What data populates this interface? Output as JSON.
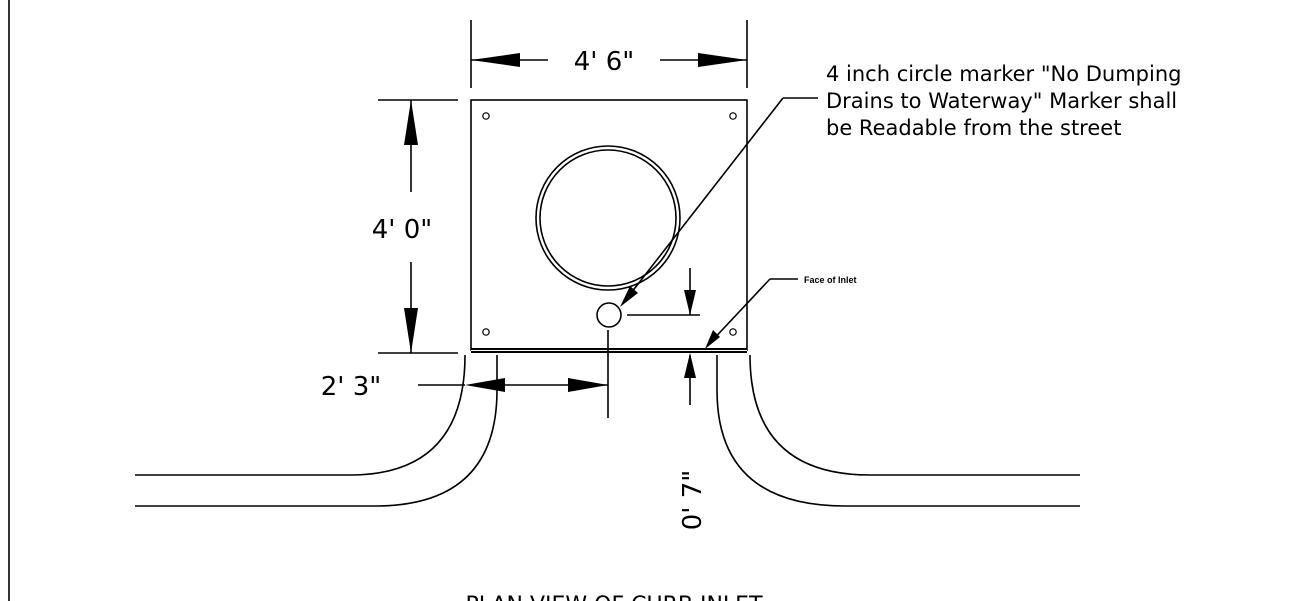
{
  "drawing": {
    "title": "PLAN VIEW OF CURB INLET",
    "dimensions": {
      "width": "4' 6\"",
      "height": "4' 0\"",
      "marker_offset": "2' 3\"",
      "face_offset": "0' 7\""
    },
    "notes": {
      "marker_line_1": "4 inch circle marker \"No Dumping",
      "marker_line_2": "Drains to Waterway\" Marker shall",
      "marker_line_3": "be Readable from the street",
      "face_of_inlet": "Face of Inlet"
    }
  }
}
